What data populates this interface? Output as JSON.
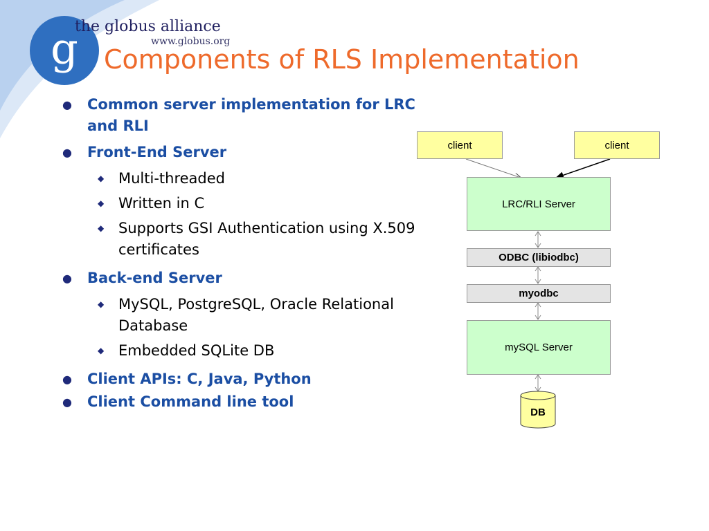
{
  "header": {
    "brand_name": "the globus alliance",
    "brand_url": "www.globus.org",
    "title": "Components of RLS Implementation"
  },
  "bullets": [
    {
      "text": "Common server implementation for LRC and RLI",
      "children": []
    },
    {
      "text": "Front-End Server",
      "children": [
        "Multi-threaded",
        "Written in C",
        "Supports GSI Authentication using X.509 certificates"
      ]
    },
    {
      "text": "Back-end Server",
      "children": [
        "MySQL, PostgreSQL, Oracle Relational Database",
        "Embedded SQLite DB"
      ]
    },
    {
      "text": "Client APIs:  C, Java, Python",
      "children": []
    },
    {
      "text": "Client Command line tool",
      "children": []
    }
  ],
  "diagram": {
    "client_left": "client",
    "client_right": "client",
    "lrc_rli_server": "LRC/RLI Server",
    "odbc": "ODBC (libiodbc)",
    "myodbc": "myodbc",
    "mysql_server": "mySQL Server",
    "db": "DB"
  },
  "colors": {
    "title": "#ee6a2b",
    "bullet_text": "#1b4ea3",
    "client_fill": "#ffffa0",
    "server_fill": "#ccffcc",
    "gray_fill": "#e4e4e4",
    "brand_blue": "#2f6fc0"
  }
}
